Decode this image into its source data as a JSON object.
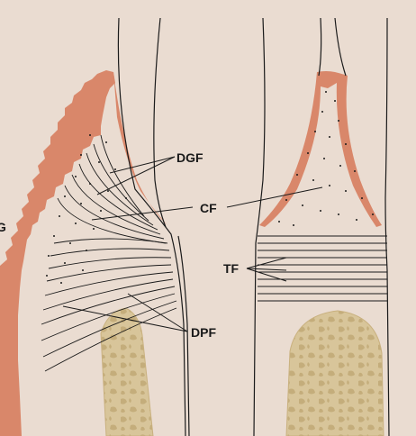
{
  "labels": {
    "edge_g": "G",
    "dgf": "DGF",
    "cf": "CF",
    "tf": "TF",
    "dpf": "DPF"
  },
  "colors": {
    "background": "#eadcd1",
    "epithelium": "#d9876a",
    "bone": "#d8c59a",
    "bone_marrow": "#c4ad7b",
    "ink": "#1a1a1a"
  }
}
